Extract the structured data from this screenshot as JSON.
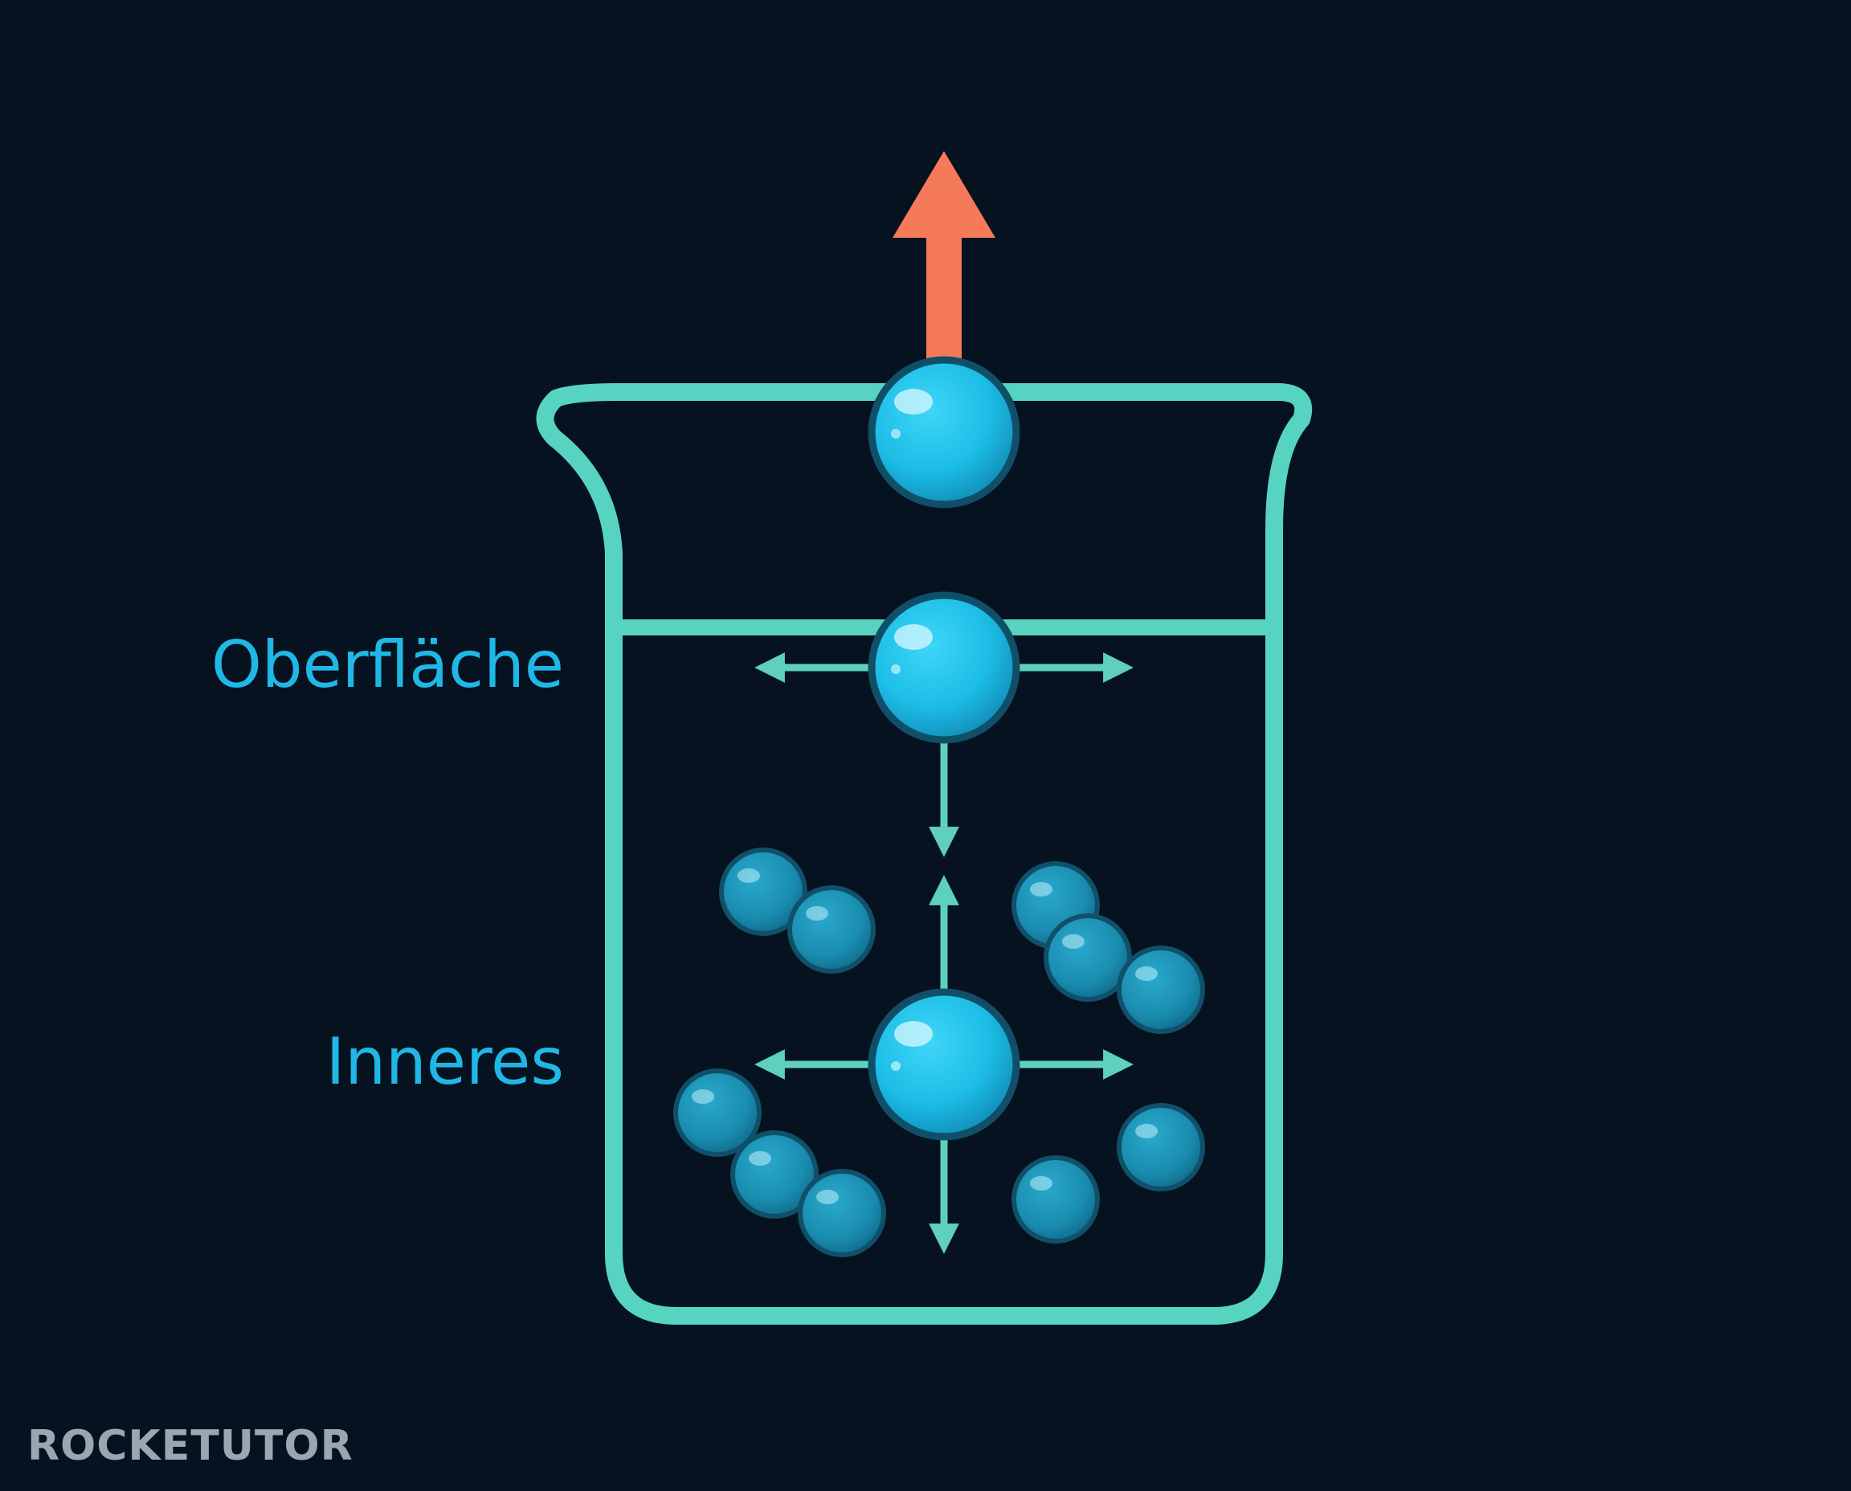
{
  "labels": {
    "surface": "Oberfläche",
    "interior": "Inneres"
  },
  "logo": {
    "text": "ROCKETUTOR"
  },
  "colors": {
    "background": "#06121f",
    "beaker_outline": "#57d3c1",
    "force_arrows": "#5fd0bf",
    "escape_arrow": "#f47a5a",
    "molecule_large": "#1fc3ea",
    "molecule_small": "#1a8fb0",
    "label_text": "#1fb8e6",
    "logo_text": "#9aa7b3"
  },
  "icons": {
    "escape": "arrow-up-icon",
    "forces": "double-headed-arrow-icon",
    "container": "beaker-icon"
  }
}
